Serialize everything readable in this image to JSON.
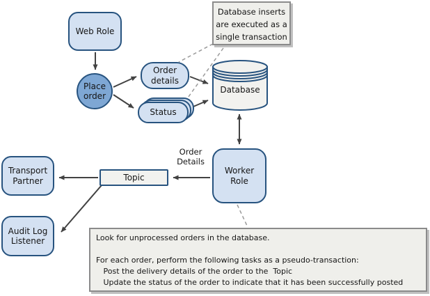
{
  "nodes": {
    "web_role": "Web Role",
    "place_order": "Place\norder",
    "order_details": "Order\ndetails",
    "status": "Status",
    "database": "Database",
    "worker_role": "Worker\nRole",
    "topic": "Topic",
    "transport_partner": "Transport\nPartner",
    "audit_log_listener": "Audit Log\nListener"
  },
  "labels": {
    "order_details_flow": "Order\nDetails"
  },
  "callouts": {
    "db_transaction": "Database inserts\nare executed as a\nsingle transaction",
    "worker_tasks": "Look for unprocessed orders in the database.\n\nFor each order, perform the following tasks as a pseudo-transaction:\n   Post the delivery details of the order to the  Topic\n   Update the status of the order to indicate that it has been successfully posted"
  },
  "colors": {
    "node_fill": "#d4e1f2",
    "node_border": "#27537f",
    "accent_fill": "#7ea7d4",
    "neutral_fill": "#f2f2ef",
    "callout_fill": "#efefeb",
    "callout_border": "#8b8b8b",
    "arrow": "#424242",
    "dashed_line": "#9a9a9a"
  }
}
